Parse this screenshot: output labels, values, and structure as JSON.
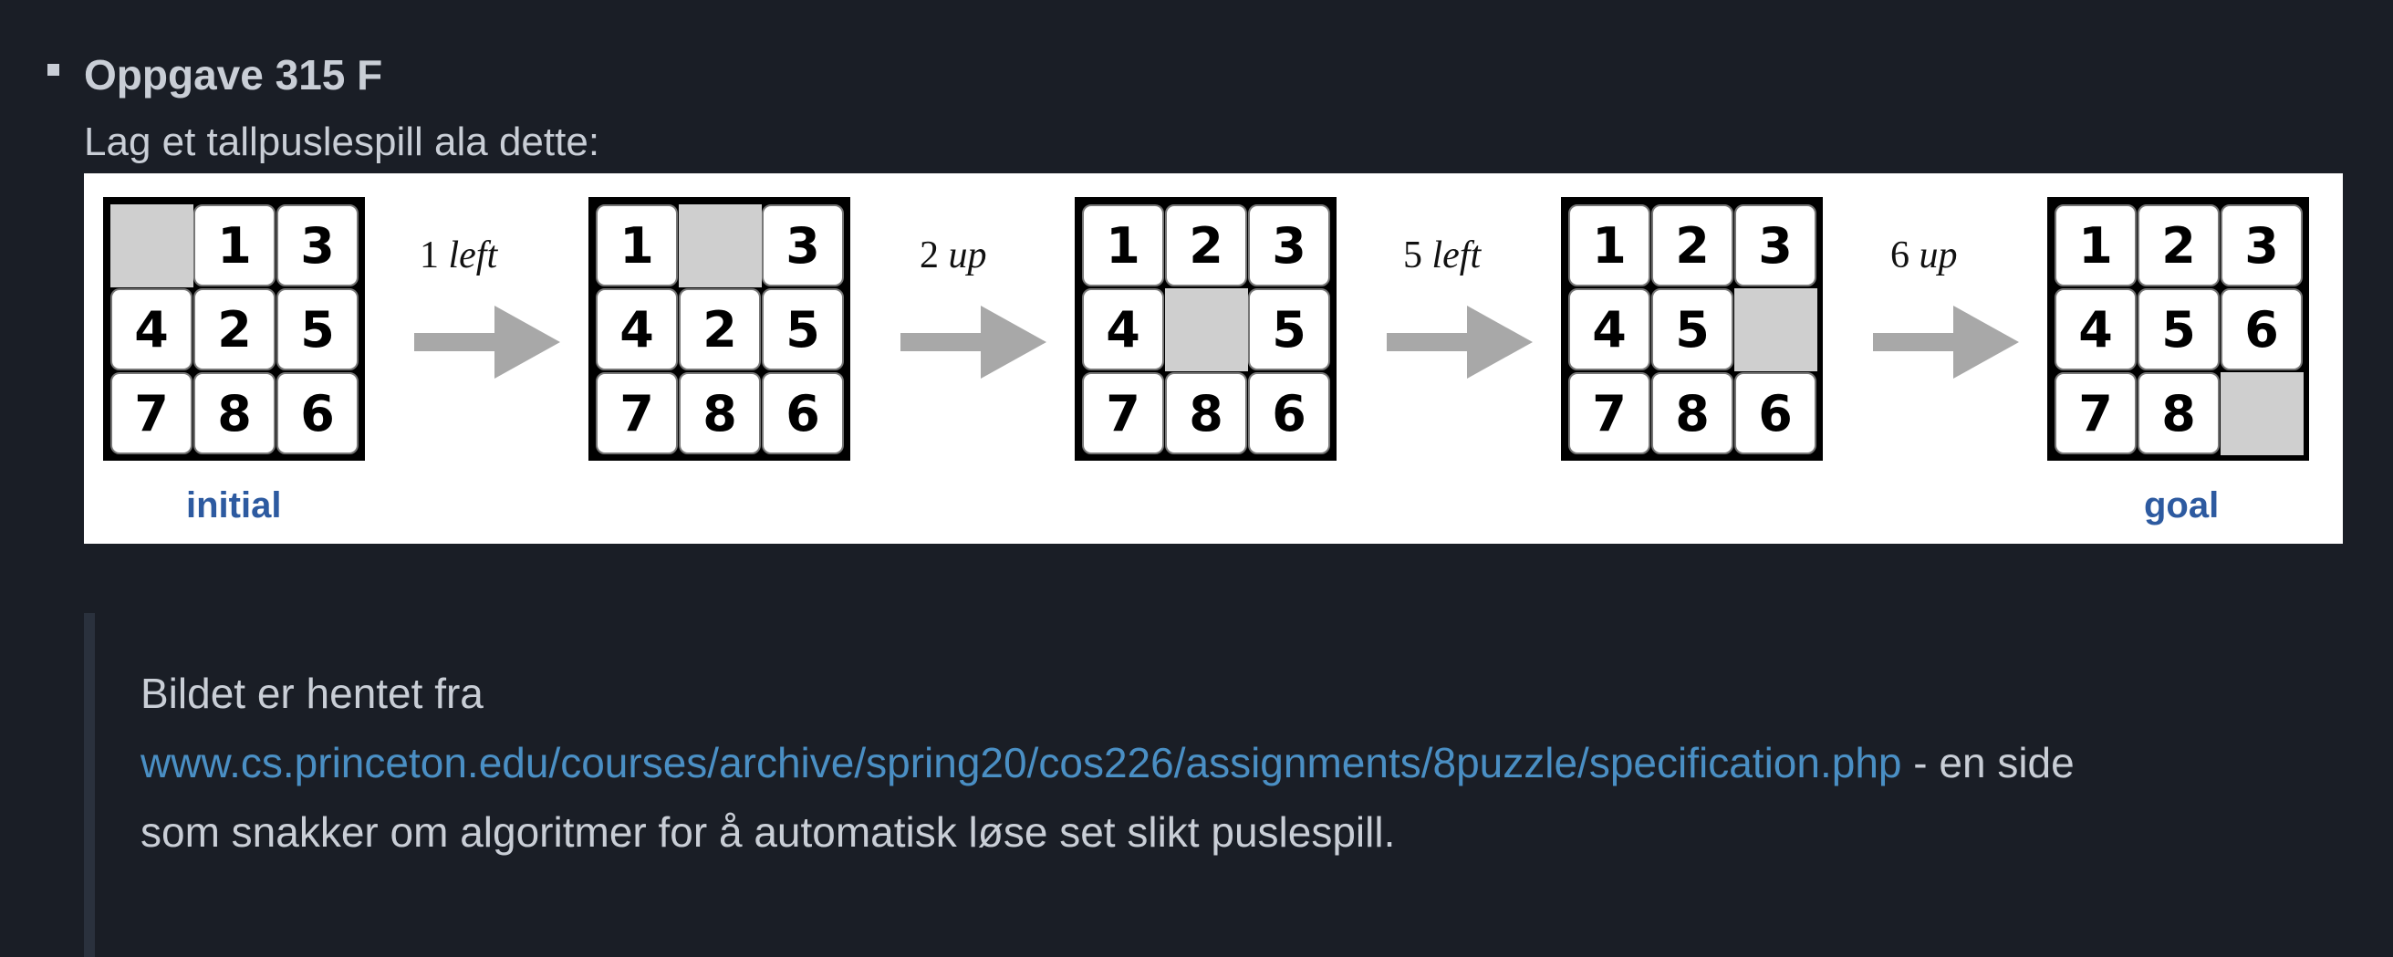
{
  "task": {
    "title": "Oppgave 315 F",
    "description": "Lag et tallpuslespill ala dette:"
  },
  "figure": {
    "boards": [
      {
        "tiles": [
          "",
          "1",
          "3",
          "4",
          "2",
          "5",
          "7",
          "8",
          "6"
        ],
        "caption": "initial"
      },
      {
        "tiles": [
          "1",
          "",
          "3",
          "4",
          "2",
          "5",
          "7",
          "8",
          "6"
        ],
        "caption": ""
      },
      {
        "tiles": [
          "1",
          "2",
          "3",
          "4",
          "",
          "5",
          "7",
          "8",
          "6"
        ],
        "caption": ""
      },
      {
        "tiles": [
          "1",
          "2",
          "3",
          "4",
          "5",
          "",
          "7",
          "8",
          "6"
        ],
        "caption": ""
      },
      {
        "tiles": [
          "1",
          "2",
          "3",
          "4",
          "5",
          "6",
          "7",
          "8",
          ""
        ],
        "caption": "goal"
      }
    ],
    "moves": [
      {
        "tile": "1",
        "direction": "left"
      },
      {
        "tile": "2",
        "direction": "up"
      },
      {
        "tile": "5",
        "direction": "left"
      },
      {
        "tile": "6",
        "direction": "up"
      }
    ],
    "colors": {
      "blank": "#cfcfcf",
      "arrow": "#a8a8a8",
      "caption": "#2d5aa0"
    }
  },
  "quote": {
    "line1": "Bildet er hentet fra",
    "link": "www.cs.princeton.edu/courses/archive/spring20/cos226/assignments/8puzzle/specification.php",
    "after_link": " - en side",
    "line3": "som snakker om algoritmer for å automatisk løse set slikt puslespill."
  }
}
